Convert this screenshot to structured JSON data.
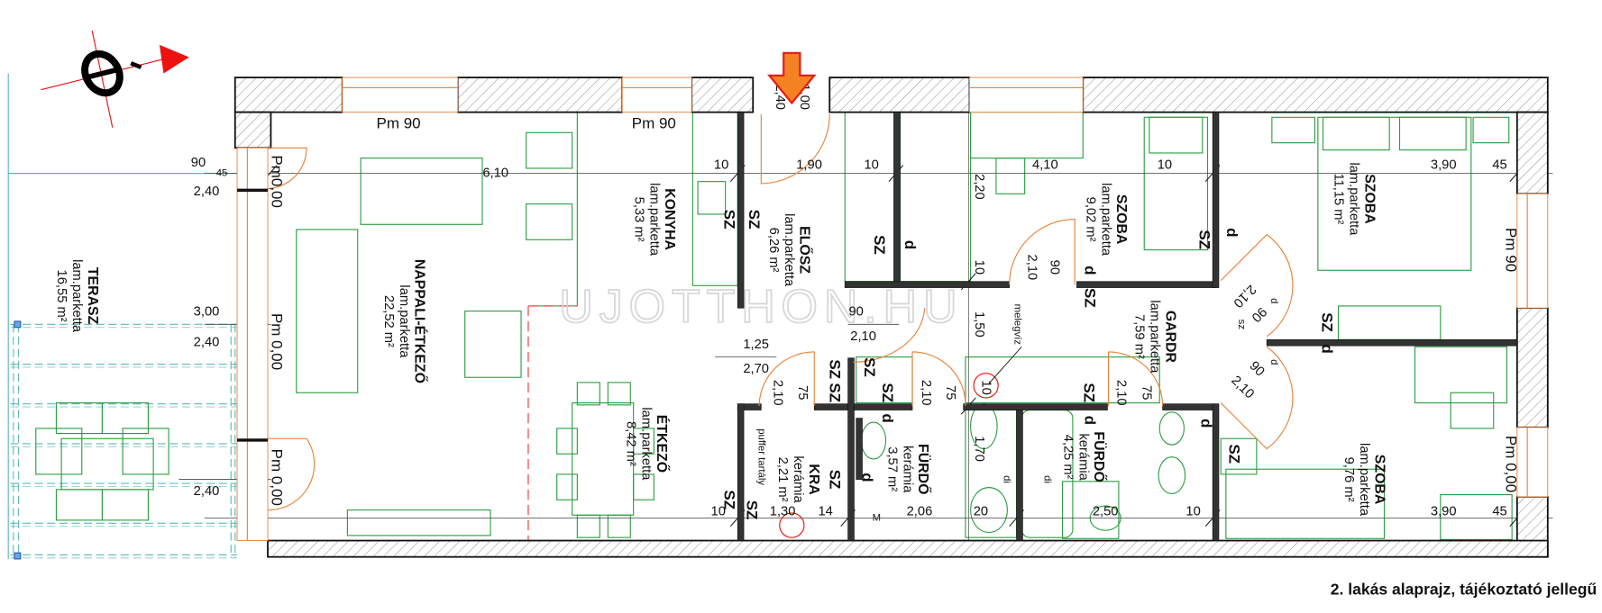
{
  "caption": "2. lakás alaprajz, tájékoztató jellegű",
  "watermark": "UJOTTHON.HU",
  "colors": {
    "wall": "#111111",
    "furniture": "#2e9e44",
    "door": "#e8823a",
    "terrace": "#5fb8b8",
    "arrow": "#f58220",
    "compass": "#ee1111"
  },
  "icons": {
    "entrance": "orange-down-arrow",
    "north": "compass-rose"
  },
  "rooms": {
    "terasz": {
      "name": "TERASZ",
      "floor": "lam.parketta",
      "area": "16,55 m²"
    },
    "nappali": {
      "name": "NAPPALI-ÉTKEZŐ",
      "floor": "lam.parketta",
      "area": "22,52 m²"
    },
    "etkezo": {
      "name": "ÉTKEZŐ",
      "floor": "lam.parketta",
      "area": "8,42 m²"
    },
    "konyha": {
      "name": "KONYHA",
      "floor": "lam.parketta",
      "area": "5,33 m²"
    },
    "elosz": {
      "name": "ELŐSZ",
      "floor": "lam.parketta",
      "area": "6,26 m²"
    },
    "szoba1": {
      "name": "SZOBA",
      "floor": "lam.parketta",
      "area": "9,02 m²"
    },
    "szoba2": {
      "name": "SZOBA",
      "floor": "lam.parketta",
      "area": "11,15 m²"
    },
    "gardr": {
      "name": "GARDR",
      "floor": "lam.parketta",
      "area": "7,59 m²"
    },
    "kra": {
      "name": "KRA",
      "floor": "kerámia",
      "area": "2,21 m²"
    },
    "furdo1": {
      "name": "FÜRDŐ",
      "floor": "kerámia",
      "area": "3,57 m²"
    },
    "furdo2": {
      "name": "FÜRDŐ",
      "floor": "kerámia",
      "area": "4,25 m²"
    },
    "szoba3": {
      "name": "SZOBA",
      "floor": "lam.parketta",
      "area": "9,76 m²"
    }
  },
  "windows": [
    "Pm 90",
    "Pm 90",
    "Pm0,00",
    "Pm 0,00",
    "Pm 0,00",
    "Pm 90",
    "Pm 0,00"
  ],
  "dims": [
    "2,40",
    "1,00",
    "90",
    "45",
    "2,40",
    "6,10",
    "10",
    "1,90",
    "10",
    "2,20",
    "4,10",
    "10",
    "3,90",
    "45",
    "10",
    "2,10",
    "90",
    "90",
    "2,10",
    "1,25",
    "2,70",
    "1,50",
    "3,00",
    "2,40",
    "2,40",
    "2,10",
    "75",
    "2,10",
    "75",
    "10",
    "2,10",
    "75",
    "2,10",
    "90",
    "90",
    "2,10",
    "1,70",
    "10",
    "1,30",
    "14",
    "2,06",
    "20",
    "2,50",
    "10",
    "3,90",
    "45"
  ],
  "markers": [
    "SZ",
    "SZ",
    "SZ",
    "d",
    "SZ",
    "d",
    "d",
    "SZ",
    "SZ",
    "d",
    "SZ",
    "SZ",
    "SZ",
    "SZ",
    "d",
    "d",
    "SZ",
    "d",
    "d",
    "SZ",
    "SZ",
    "SZ",
    "SZ",
    "sz",
    "d",
    "d"
  ],
  "notes": {
    "melegviz": "melegvíz",
    "puffer": "puffer tartály",
    "di1": "di",
    "di2": "di",
    "m": "M"
  }
}
